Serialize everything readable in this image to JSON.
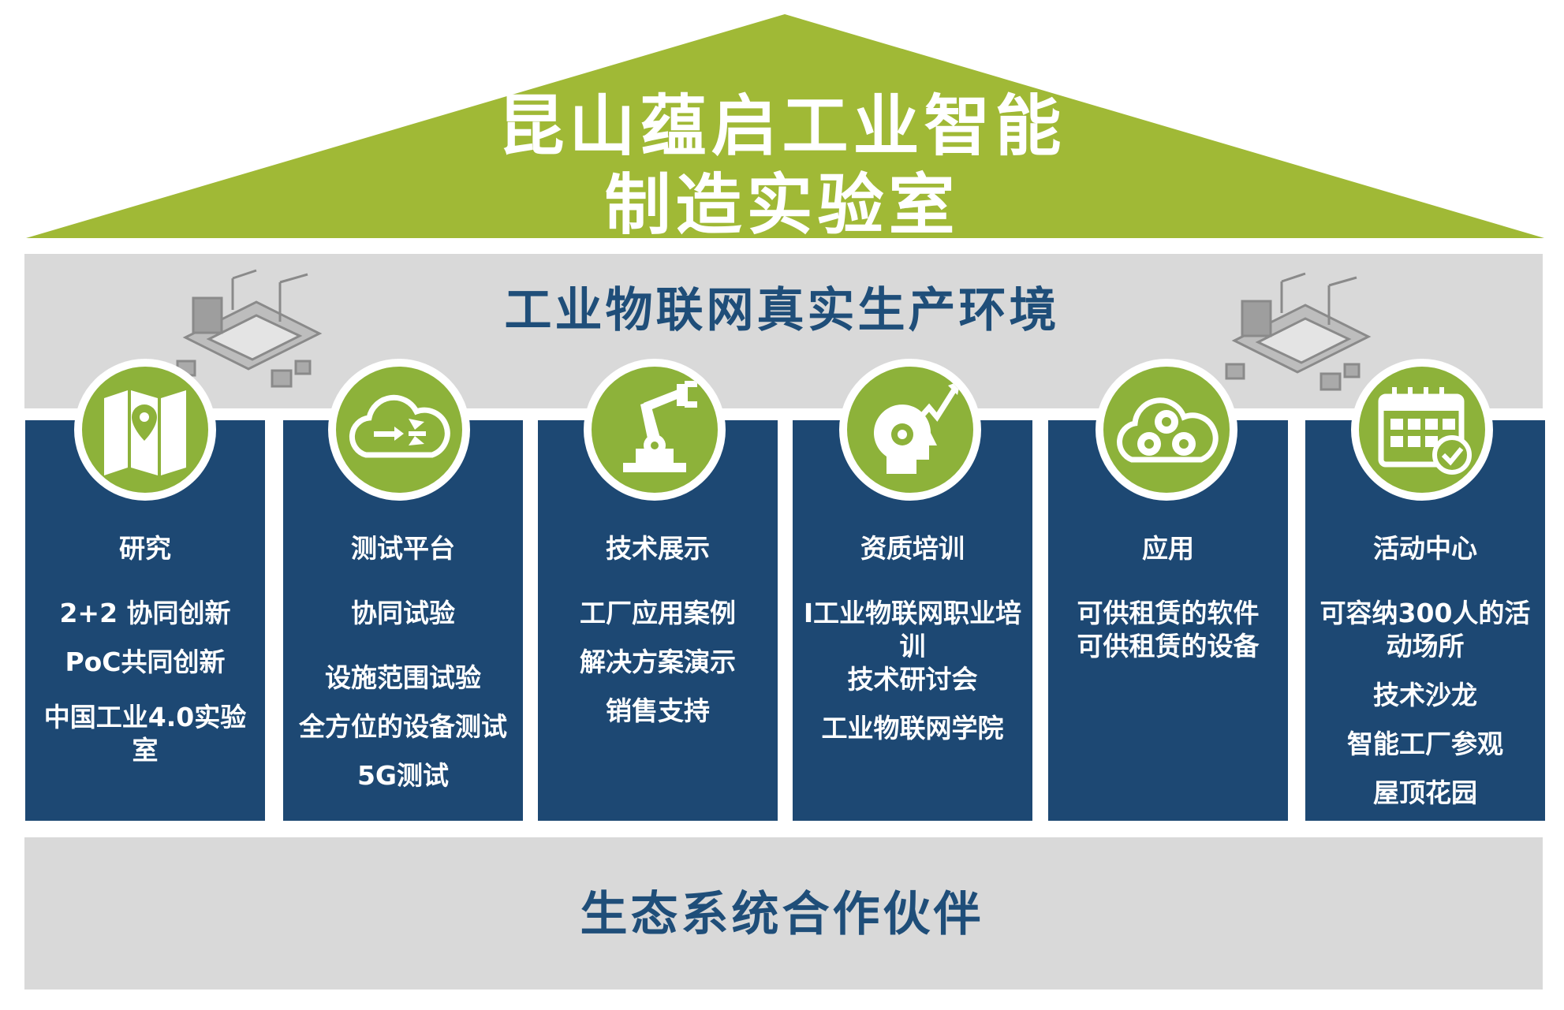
{
  "roof": {
    "line1": "昆山蕴启工业智能",
    "line2": "制造实验室",
    "color": "#a0b936"
  },
  "environment": {
    "title": "工业物联网真实生产环境"
  },
  "pillars": [
    {
      "title": "研究",
      "icon": "map-pin-icon",
      "items": [
        "2+2 协同创新",
        "PoC共同创新",
        "中国工业4.0实验室"
      ]
    },
    {
      "title": "测试平台",
      "icon": "cloud-arrows-icon",
      "items": [
        "协同试验",
        "设施范围试验",
        "全方位的设备测试",
        "5G测试"
      ]
    },
    {
      "title": "技术展示",
      "icon": "robot-arm-icon",
      "items": [
        "工厂应用案例",
        "解决方案演示",
        "销售支持"
      ]
    },
    {
      "title": "资质培训",
      "icon": "head-gear-growth-icon",
      "items": [
        "I工业物联网职业培训",
        "技术研讨会",
        "工业物联网学院"
      ]
    },
    {
      "title": "应用",
      "icon": "cloud-gears-icon",
      "items": [
        "可供租赁的软件",
        "可供租赁的设备"
      ]
    },
    {
      "title": "活动中心",
      "icon": "calendar-check-icon",
      "items": [
        "可容纳300人的活动场所",
        "技术沙龙",
        "智能工厂参观",
        "屋顶花园"
      ]
    }
  ],
  "ecosystem": {
    "title": "生态系统合作伙伴"
  },
  "colors": {
    "pillar": "#1d4873",
    "band": "#d9d9d9",
    "icon_circle": "#8db23a",
    "heading_text": "#1f4e79"
  }
}
